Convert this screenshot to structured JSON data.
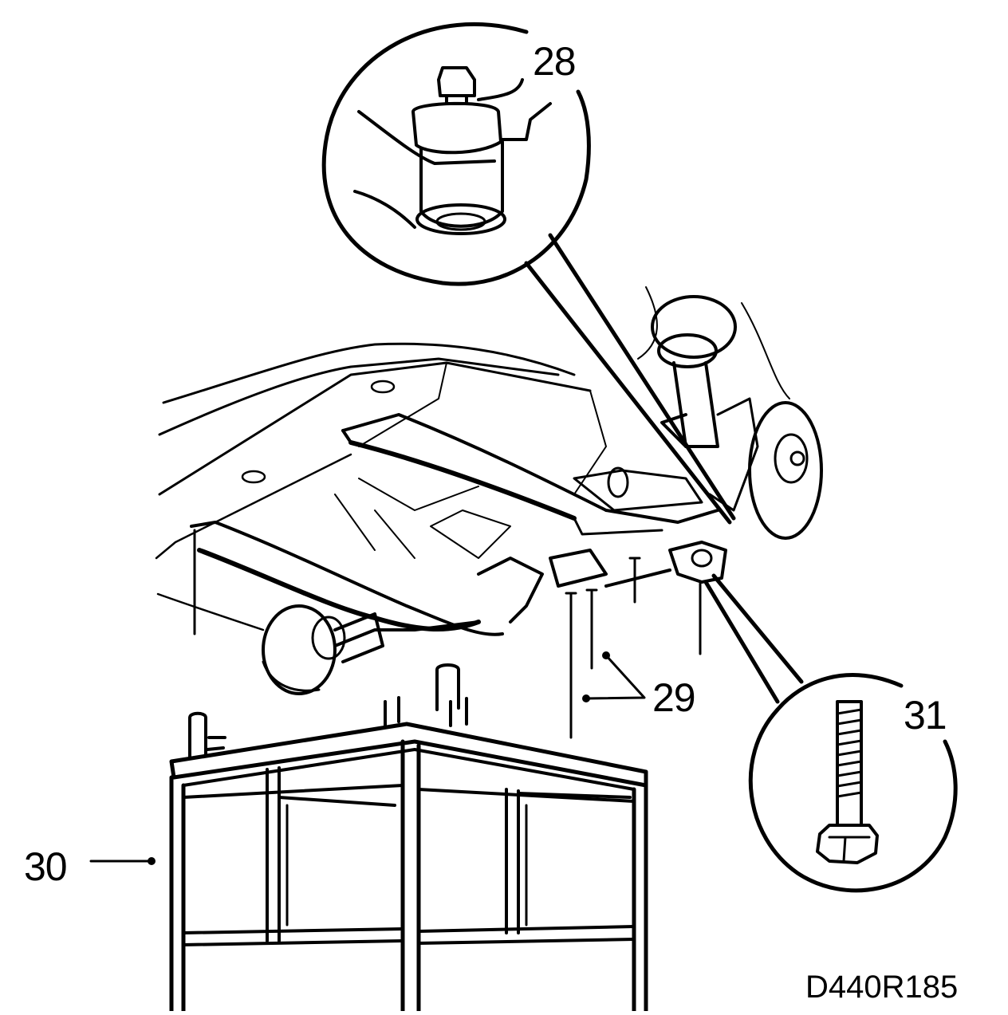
{
  "callouts": {
    "c28": "28",
    "c29": "29",
    "c30": "30",
    "c31": "31"
  },
  "figure_code": "D440R185",
  "colors": {
    "ink": "#000000",
    "paper": "#ffffff"
  }
}
